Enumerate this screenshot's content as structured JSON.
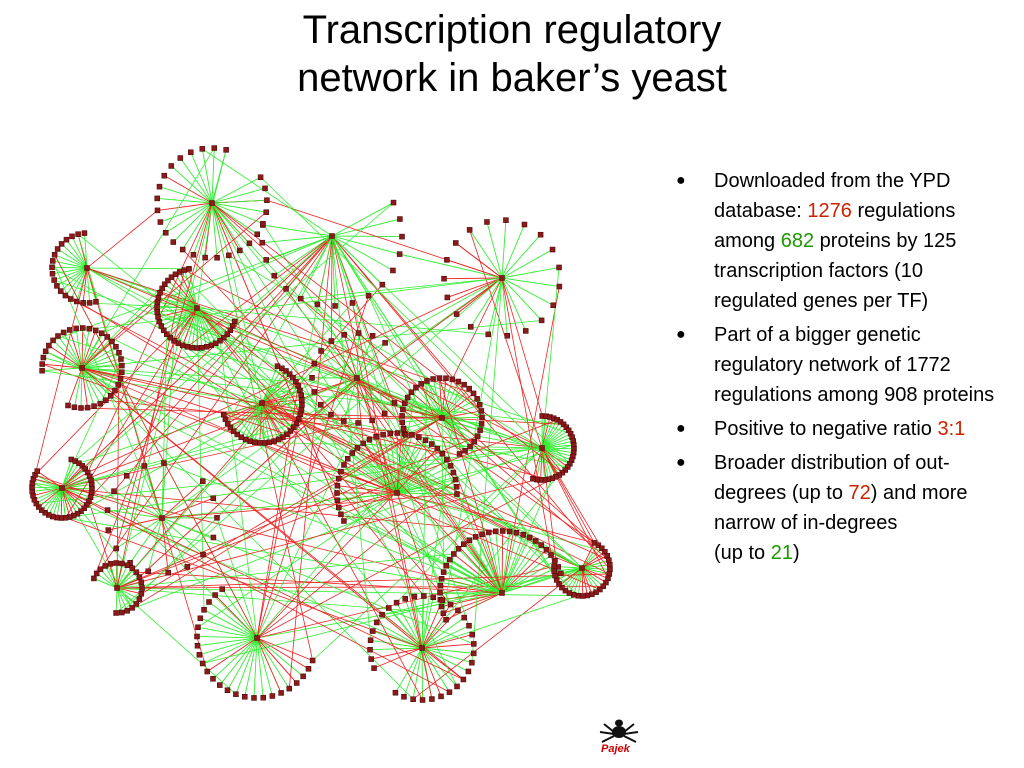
{
  "title": {
    "line1": "Transcription regulatory",
    "line2": "network in baker’s yeast"
  },
  "bullets": [
    {
      "parts": [
        {
          "text": "Downloaded from the YPD database: "
        },
        {
          "text": "1276",
          "color": "red"
        },
        {
          "text": " regulations among "
        },
        {
          "text": "682",
          "color": "green"
        },
        {
          "text": " proteins by 125 transcription factors (10 regulated genes per TF)"
        }
      ]
    },
    {
      "parts": [
        {
          "text": "Part of a bigger genetic regulatory network of 1772 regulations among 908 proteins"
        }
      ]
    },
    {
      "parts": [
        {
          "text": "Positive to negative ratio "
        },
        {
          "text": "3:1",
          "color": "red"
        }
      ]
    },
    {
      "parts": [
        {
          "text": "Broader distribution of out-degrees (up to "
        },
        {
          "text": "72",
          "color": "red"
        },
        {
          "text": ") and more narrow of in-degrees"
        },
        {
          "text": "(up to ",
          "newline": true
        },
        {
          "text": "21",
          "color": "green"
        },
        {
          "text": ")"
        }
      ]
    }
  ],
  "logo": {
    "label": "Pajek",
    "icon": "spider-icon"
  },
  "colors": {
    "positive_edge": "#33ee33",
    "negative_edge": "#ee2222",
    "node": "#8b1a1a",
    "highlight_red": "#cc2200",
    "highlight_green": "#1a9900"
  }
}
